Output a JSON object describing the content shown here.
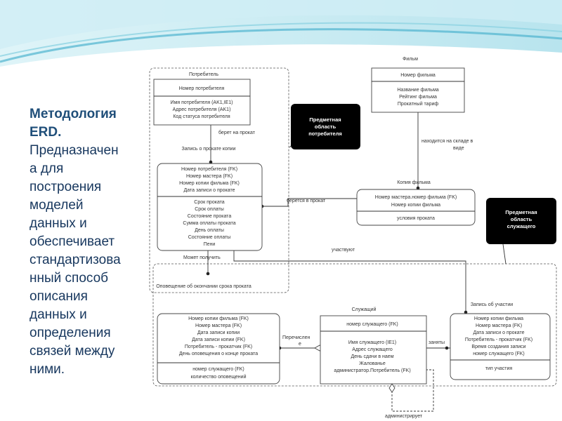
{
  "sidebar": {
    "title_lines": [
      "Методология",
      "ERD."
    ],
    "body_lines": [
      "Предназначен",
      "а для",
      "построения",
      "моделей",
      "данных и",
      "обеспечивает",
      "стандартизова",
      "нный способ",
      "описания",
      "данных и",
      "определения",
      "связей между",
      "ними."
    ]
  },
  "areas": {
    "consumer": [
      "Предметная",
      "область",
      "потребителя"
    ],
    "employee": [
      "Предметная",
      "область",
      "служащего"
    ]
  },
  "entities": {
    "consumer": {
      "name": "Потребитель",
      "key": [
        "Номер потребителя"
      ],
      "attrs": [
        "Имя потребителя (AK1,IE1)",
        "Адрес потребителя (AK1)",
        "Код статуса потребителя"
      ]
    },
    "film": {
      "name": "Фильм",
      "key": [
        "Номер фильма"
      ],
      "attrs": [
        "Название фильма",
        "Рейтинг фильма",
        "Прокатный тариф"
      ]
    },
    "rental": {
      "name": "Запись о прокате копии",
      "key": [
        "Номер потребителя (FK)",
        "Номер мастера (FK)",
        "Номер копии фильма (FK)",
        "Дата записи о прокате"
      ],
      "attrs": [
        "Срок проката",
        "Срок оплаты",
        "Состояние проката",
        "Сумма оплаты проката",
        "День оплаты",
        "Состояние оплаты",
        "Пени"
      ]
    },
    "copy": {
      "name": "Копия фильма",
      "key": [
        "Номер мастера.номер фильма (FK)",
        "Номер копии фильма"
      ],
      "attrs": [
        "условия проката"
      ]
    },
    "notice": {
      "name": "Оповещение об окончании срока проката",
      "key": [
        "Номер копии фильма (FK)",
        "Номер мастера (FK)",
        "Дата записи копии",
        "Дата записи копии (FK)",
        "Потребитель - прокатчик (FK)",
        "День оповещения о конце проката"
      ],
      "attrs": [
        "номер служащего (FK)",
        "количество оповещений"
      ]
    },
    "employee": {
      "name": "Служащий",
      "key": [
        "номер служащего (FK)"
      ],
      "attrs": [
        "Имя служащего (IE1)",
        "Адрес служащего",
        "День сдачи в наем",
        "Жалованье",
        "администратор.Потребитель (FK)"
      ]
    },
    "participation": {
      "name": "Запись об участии",
      "key": [
        "Номер копии фильма",
        "Номер мастера (FK)",
        "Дата записи о прокате",
        "Потребитель - прокатчик (FK)",
        "Время создания записи",
        "номер служащего (FK)"
      ],
      "attrs": [
        "тип участия"
      ]
    }
  },
  "relations": {
    "takes": "берет на прокат",
    "stored": [
      "находится на складе в",
      "виде"
    ],
    "is_rented": "берется в прокат",
    "participates": "участвуют",
    "can_receive": "Может получить",
    "lists": [
      "Перечислен",
      "е"
    ],
    "busy": "заняты",
    "admin": "администрирует"
  },
  "colors": {
    "area_box": "#000000",
    "side_text": "#17375e",
    "banner": "#4fb3cf"
  }
}
